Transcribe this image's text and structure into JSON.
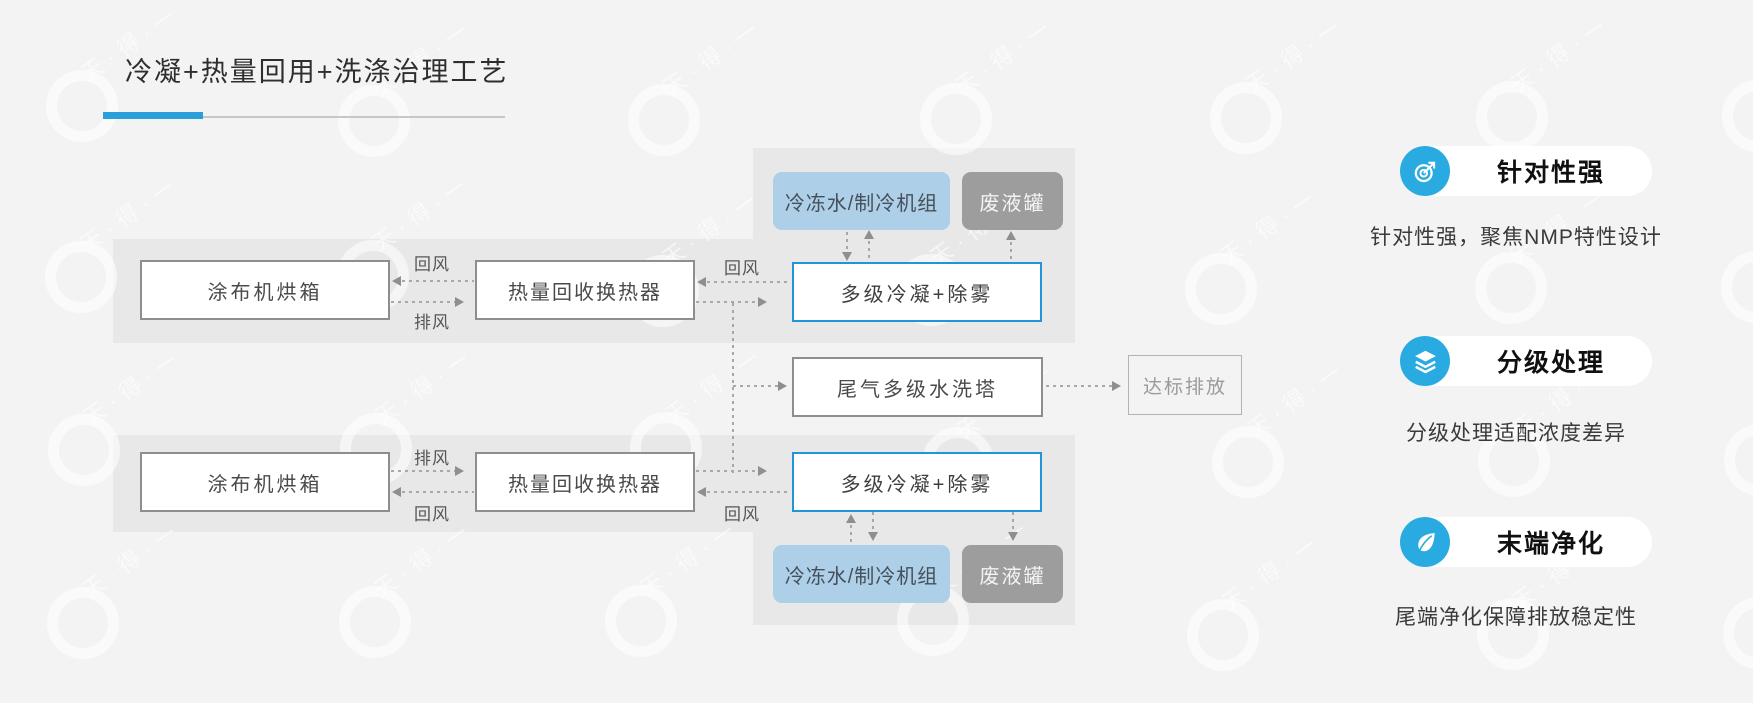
{
  "header": {
    "title": "冷凝+热量回用+洗涤治理工艺"
  },
  "watermark": {
    "text": "天·得·一"
  },
  "flow": {
    "nodes": {
      "oven": "涂布机烘箱",
      "heat_exchanger": "热量回收换热器",
      "condenser": "多级冷凝+除雾",
      "chiller": "冷冻水/制冷机组",
      "waste_tank": "废液罐",
      "scrubber": "尾气多级水洗塔",
      "discharge": "达标排放"
    },
    "labels": {
      "return_air": "回风",
      "exhaust_air": "排风"
    }
  },
  "features": [
    {
      "icon": "target-icon",
      "title": "针对性强",
      "desc": "针对性强，聚焦NMP特性设计"
    },
    {
      "icon": "layers-icon",
      "title": "分级处理",
      "desc": "分级处理适配浓度差异"
    },
    {
      "icon": "leaf-icon",
      "title": "末端净化",
      "desc": "尾端净化保障排放稳定性"
    }
  ],
  "colors": {
    "accent": "#2a9fd9",
    "icon_circle": "#29abe2",
    "condenser_border": "#2196d6",
    "chiller_fill": "#adcfe8",
    "waste_fill": "#9d9d9d"
  }
}
